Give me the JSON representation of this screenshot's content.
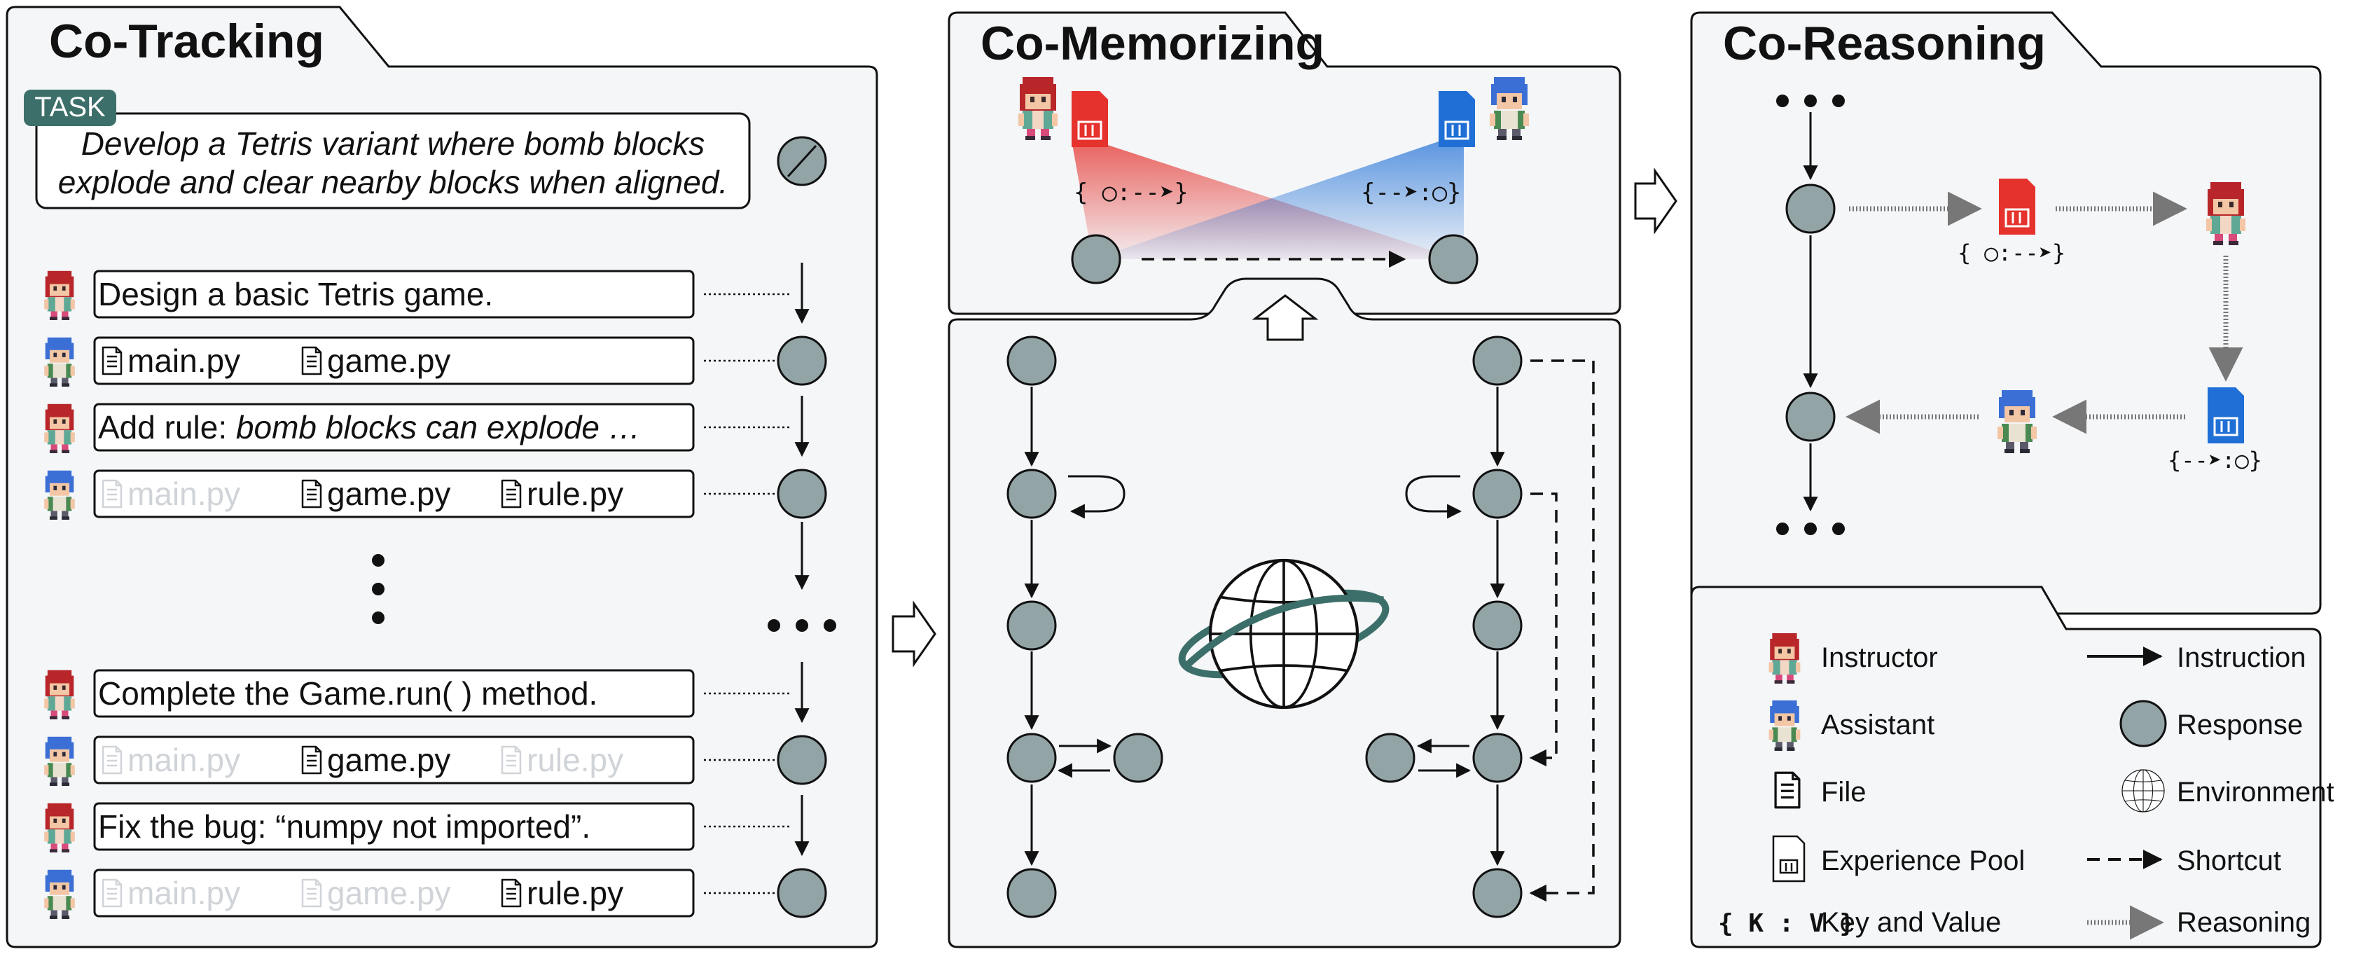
{
  "panels": {
    "co_tracking": "Co-Tracking",
    "co_memorizing": "Co-Memorizing",
    "co_reasoning": "Co-Reasoning"
  },
  "task": {
    "badge": "TASK",
    "line1": "Develop a Tetris variant where bomb blocks",
    "line2": "explode and clear nearby blocks when aligned."
  },
  "steps": [
    {
      "role": "instructor",
      "text": "Design a basic Tetris game."
    },
    {
      "role": "assistant",
      "files": [
        {
          "name": "main.py",
          "dim": false
        },
        {
          "name": "game.py",
          "dim": false
        }
      ]
    },
    {
      "role": "instructor",
      "prefix": "Add rule: ",
      "text": "bomb blocks can explode …"
    },
    {
      "role": "assistant",
      "files": [
        {
          "name": "main.py",
          "dim": true
        },
        {
          "name": "game.py",
          "dim": false
        },
        {
          "name": "rule.py",
          "dim": false
        }
      ]
    },
    {
      "role": "instructor",
      "text": "Complete the Game.run( ) method."
    },
    {
      "role": "assistant",
      "files": [
        {
          "name": "main.py",
          "dim": true
        },
        {
          "name": "game.py",
          "dim": false
        },
        {
          "name": "rule.py",
          "dim": true
        }
      ]
    },
    {
      "role": "instructor",
      "text": "Fix the bug: “numpy not imported”."
    },
    {
      "role": "assistant",
      "files": [
        {
          "name": "main.py",
          "dim": true
        },
        {
          "name": "game.py",
          "dim": true
        },
        {
          "name": "rule.py",
          "dim": false
        }
      ]
    }
  ],
  "kv": {
    "key_arrow": "{ ◯:--➤}",
    "arrow_value": "{--➤:◯}"
  },
  "legend": {
    "instructor": "Instructor",
    "assistant": "Assistant",
    "file": "File",
    "experience_pool": "Experience Pool",
    "kv_symbol": "{ K : V }",
    "key_value": "Key and Value",
    "instruction": "Instruction",
    "response": "Response",
    "environment": "Environment",
    "shortcut": "Shortcut",
    "reasoning": "Reasoning"
  },
  "colors": {
    "panel_bg": "#f4f6f8",
    "node_fill": "#93a4a6",
    "instructor_red": "#e5322d",
    "assistant_blue": "#1f6fd6",
    "task_badge": "#3d6f6a",
    "env_ring": "#3d6f6a"
  }
}
